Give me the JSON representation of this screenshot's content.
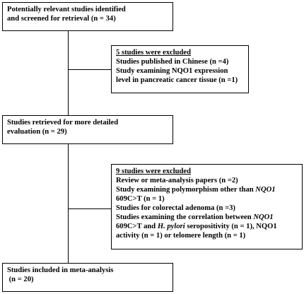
{
  "box1": {
    "lines": [
      "Potentially relevant studies identified",
      "and screened for retrieval (n = 34)"
    ]
  },
  "excl1": {
    "title": "5 studies were excluded",
    "lines": [
      "Studies published in Chinese (n =4)",
      "Study examining NQO1 expression",
      "level in pancreatic cancer tissue (n =1)"
    ]
  },
  "box2": {
    "lines": [
      "Studies retrieved for more detailed",
      "evaluation (n = 29)"
    ]
  },
  "excl2": {
    "title": "9 studies were excluded",
    "l1": "Review or meta-analysis papers (n =2)",
    "l2a": "Study examining polymorphism other than ",
    "l2b": "NQO1",
    "l3": "609C>T (n = 1)",
    "l4": "Studies for colorectal adenoma (n =3)",
    "l5a": "Studies examining the correlation between ",
    "l5b": "NQO1",
    "l6a": "609C>T and ",
    "l6b": "H. pylori",
    "l6c": " seropositivity (n = 1), NQO1",
    "l7": "activity (n = 1) or telomere length (n = 1)"
  },
  "box3": {
    "lines": [
      "Studies included in meta-analysis",
      " (n = 20)"
    ]
  }
}
